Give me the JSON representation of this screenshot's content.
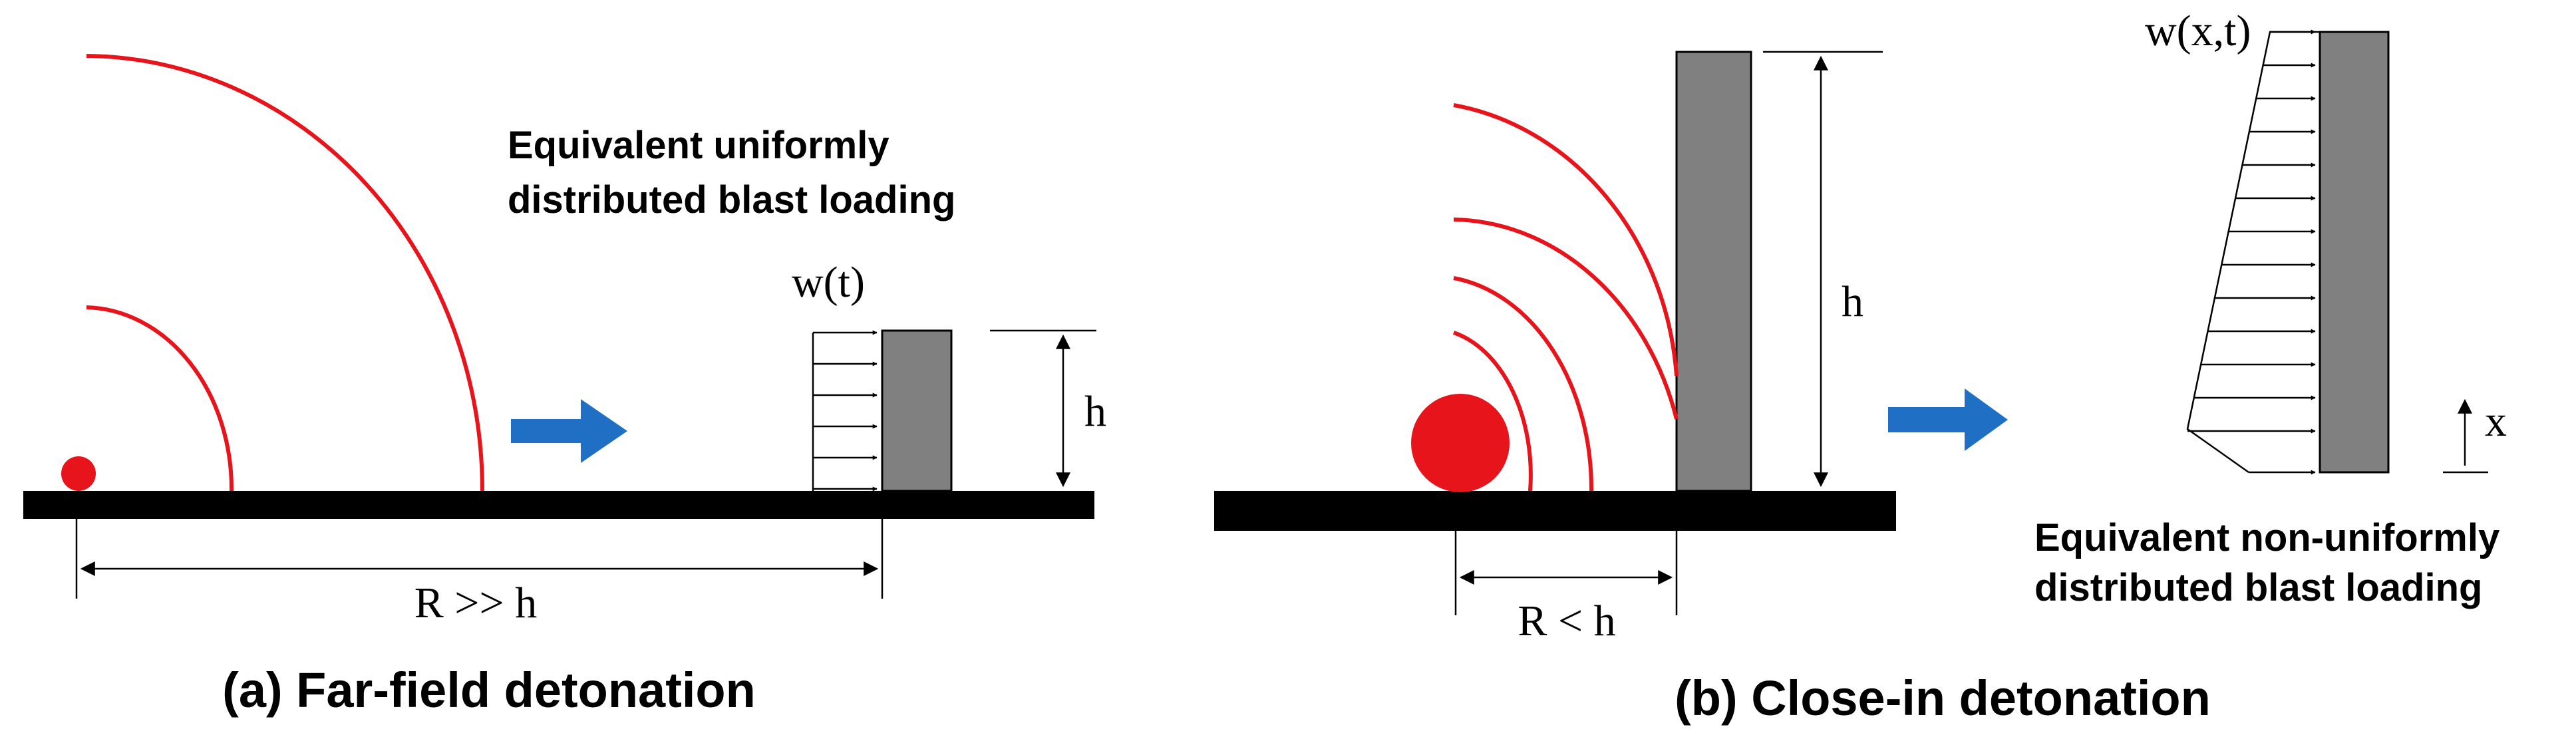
{
  "colors": {
    "wave": "#e8141b",
    "charge": "#e8141b",
    "ground": "#000000",
    "wall": "#808080",
    "arrow": "#1f6fc4",
    "line": "#000000"
  },
  "panel_a": {
    "note_line1": "Equivalent uniformly",
    "note_line2": "distributed blast loading",
    "load_label": "w(t)",
    "height_label": "h",
    "distance_label": "R >> h",
    "caption": "(a) Far-field detonation"
  },
  "panel_b": {
    "load_label": "w(x,t)",
    "height_label": "h",
    "x_label": "x",
    "distance_label": "R < h",
    "note_line1": "Equivalent non-uniformly",
    "note_line2": "distributed blast loading",
    "caption": "(b) Close-in detonation"
  }
}
